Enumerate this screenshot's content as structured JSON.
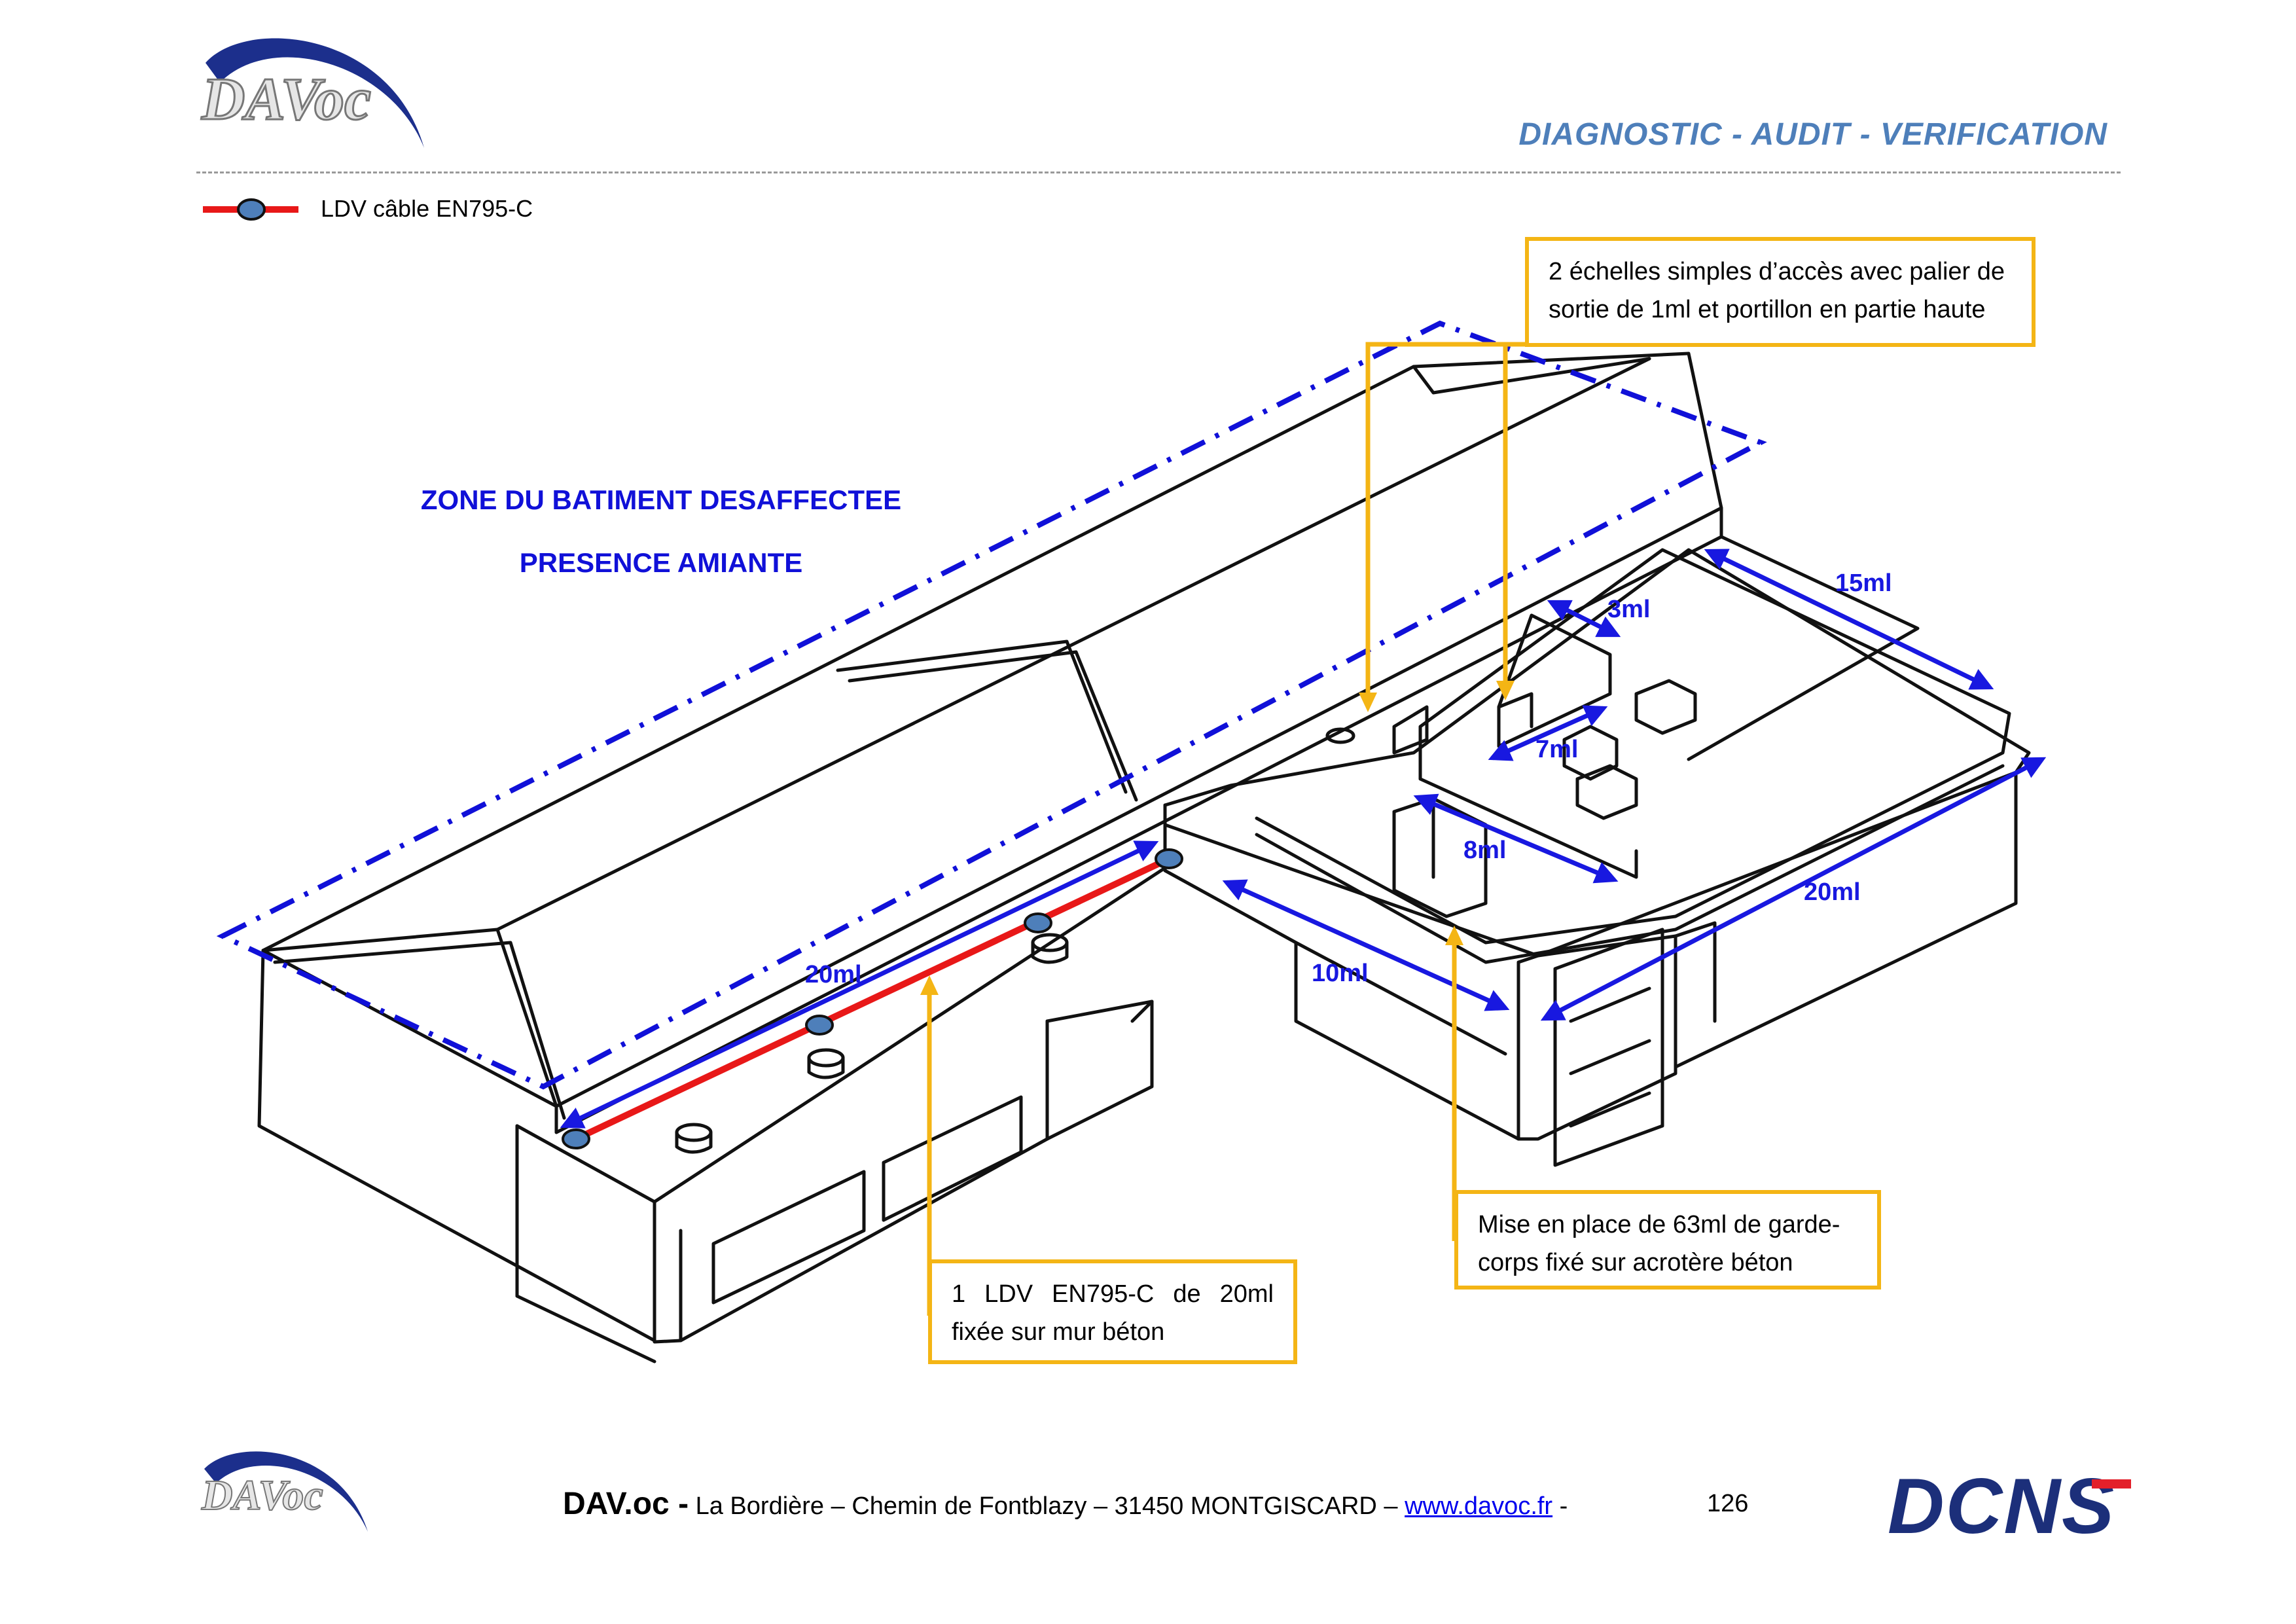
{
  "header": {
    "title": "DIAGNOSTIC - AUDIT - VERIFICATION",
    "logo_text": "DAVoc"
  },
  "legend": {
    "label": "LDV câble EN795-C"
  },
  "zone": {
    "line1": "ZONE DU BATIMENT DESAFFECTEE",
    "line2": "PRESENCE AMIANTE"
  },
  "callouts": {
    "ladders": "2 échelles simples d’accès avec palier de sortie de 1ml et portillon en partie haute",
    "ldv": "1 LDV EN795-C de 20ml fixée sur mur béton",
    "guardrail": "Mise en place de 63ml de garde-corps fixé sur acrotère béton"
  },
  "dimensions": {
    "left_20ml": "20ml",
    "d10ml": "10ml",
    "d8ml": "8ml",
    "d7ml": "7ml",
    "d3ml": "3ml",
    "d15ml": "15ml",
    "right_20ml": "20ml"
  },
  "footer": {
    "brand": "DAV.oc -",
    "address": "La Bordière – Chemin de Fontblazy – 31450 MONTGISCARD –",
    "link": "www.davoc.fr",
    "sep": "-",
    "page": "126",
    "partner_logo": "DCNS",
    "logo_text": "DAVoc"
  },
  "colors": {
    "title_blue": "#4e7fba",
    "zone_blue": "#1010d8",
    "dim_blue": "#1818e0",
    "cable_red": "#e81818",
    "callout_yellow": "#f4b515",
    "dcns_navy": "#1c2f7a",
    "dcns_red": "#e3202a"
  }
}
